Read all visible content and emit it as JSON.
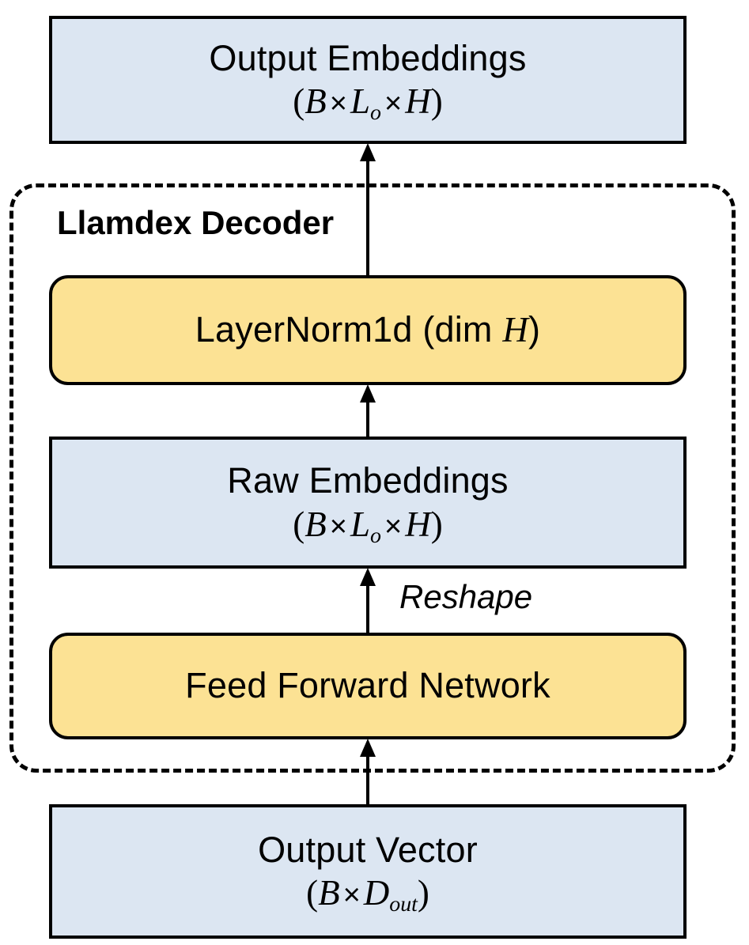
{
  "diagram": {
    "title": "Llamdex Decoder",
    "colors": {
      "block_blue": "#dce6f2",
      "block_yellow": "#fce294",
      "stroke": "#000000",
      "background": "#ffffff"
    },
    "group": {
      "label": "Llamdex Decoder",
      "border_style": "dashed"
    },
    "nodes": [
      {
        "id": "output-embeddings",
        "label": "Output Embeddings",
        "shape_text_open": "(",
        "shape_text_close": ")",
        "dims": [
          "B",
          "L",
          "H"
        ],
        "dim_subscripts": [
          "",
          "o",
          ""
        ],
        "shape": "(B × Lₒ × H)",
        "fill": "#dce6f2",
        "style": "rect"
      },
      {
        "id": "layernorm",
        "label": "LayerNorm1d (dim H)",
        "label_plain": "LayerNorm1d (dim ",
        "label_italic": "H",
        "label_tail": ")",
        "fill": "#fce294",
        "style": "rounded"
      },
      {
        "id": "raw-embeddings",
        "label": "Raw Embeddings",
        "shape_text_open": "(",
        "shape_text_close": ")",
        "dims": [
          "B",
          "L",
          "H"
        ],
        "dim_subscripts": [
          "",
          "o",
          ""
        ],
        "shape": "(B × Lₒ × H)",
        "fill": "#dce6f2",
        "style": "rect"
      },
      {
        "id": "ffn",
        "label": "Feed Forward Network",
        "fill": "#fce294",
        "style": "rounded"
      },
      {
        "id": "output-vector",
        "label": "Output Vector",
        "shape_text_open": "(",
        "shape_text_close": ")",
        "dims": [
          "B",
          "D"
        ],
        "dim_subscripts": [
          "",
          "out"
        ],
        "shape": "(B × Dₒᵤₜ)",
        "fill": "#dce6f2",
        "style": "rect"
      }
    ],
    "edges": [
      {
        "id": "edge-ffn-to-raw",
        "from": "ffn",
        "to": "raw-embeddings",
        "label": "Reshape"
      },
      {
        "id": "edge-output-vector-to-ffn",
        "from": "output-vector",
        "to": "ffn",
        "label": ""
      },
      {
        "id": "edge-raw-to-layernorm",
        "from": "raw-embeddings",
        "to": "layernorm",
        "label": ""
      },
      {
        "id": "edge-layernorm-to-output",
        "from": "layernorm",
        "to": "output-embeddings",
        "label": ""
      }
    ],
    "symbols": {
      "times": "×",
      "paren_open": "(",
      "paren_close": ")",
      "B": "B",
      "L": "L",
      "H": "H",
      "D": "D",
      "sub_o": "o",
      "sub_out": "out"
    },
    "annotations": {
      "reshape": "Reshape"
    }
  }
}
